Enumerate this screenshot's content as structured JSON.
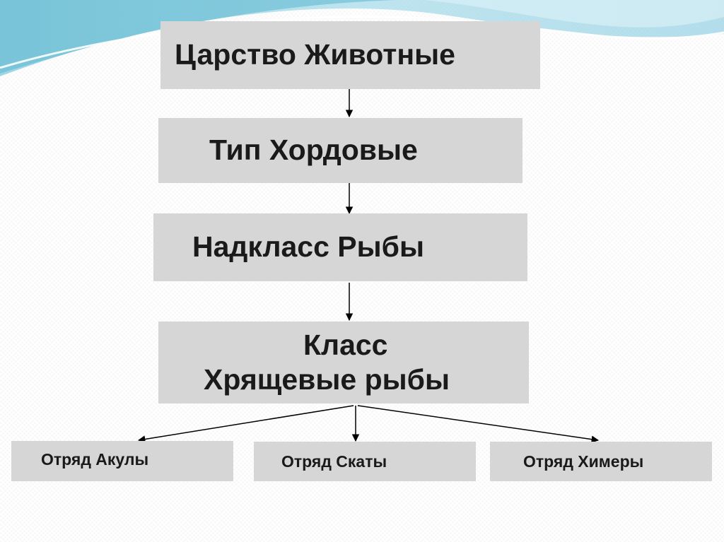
{
  "diagram": {
    "kingdom": "Царство Животные",
    "phylum": "Тип Хордовые",
    "superclass": "Надкласс Рыбы",
    "class_line1": "Класс",
    "class_line2": "Хрящевые рыбы",
    "orders": [
      "Отряд Акулы",
      "Отряд Скаты",
      "Отряд Химеры"
    ]
  },
  "colors": {
    "box_fill": "#d6d6d6",
    "text": "#1a1a1a",
    "arrow": "#000000",
    "wave_accent": "#5bb6cf"
  }
}
